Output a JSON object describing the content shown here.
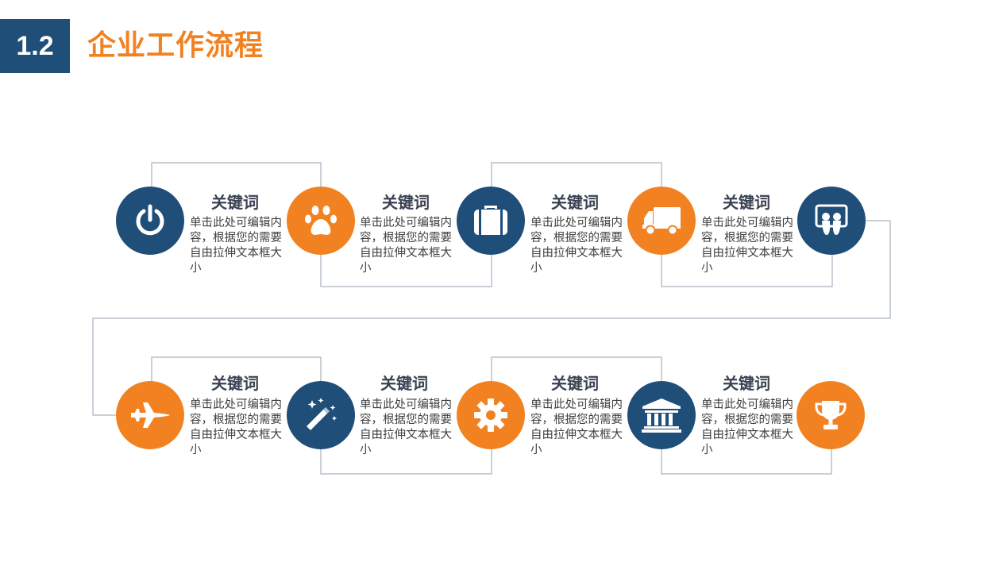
{
  "header": {
    "section_number": "1.2",
    "title": "企业工作流程"
  },
  "colors": {
    "navy": "#1f4e79",
    "orange": "#f28221",
    "line": "#a6b2bf"
  },
  "steps": [
    {
      "icon": "power-icon",
      "color": "navy",
      "title": "关键词",
      "desc": "单击此处可编辑内容，根据您的需要自由拉伸文本框大小"
    },
    {
      "icon": "paw-icon",
      "color": "orange",
      "title": "关键词",
      "desc": "单击此处可编辑内容，根据您的需要自由拉伸文本框大小"
    },
    {
      "icon": "briefcase-icon",
      "color": "navy",
      "title": "关键词",
      "desc": "单击此处可编辑内容，根据您的需要自由拉伸文本框大小"
    },
    {
      "icon": "truck-icon",
      "color": "orange",
      "title": "关键词",
      "desc": "单击此处可编辑内容，根据您的需要自由拉伸文本框大小"
    },
    {
      "icon": "slideshare-icon",
      "color": "navy"
    },
    {
      "icon": "fighter-jet-icon",
      "color": "orange",
      "title": "关键词",
      "desc": "单击此处可编辑内容，根据您的需要自由拉伸文本框大小"
    },
    {
      "icon": "magic-wand-icon",
      "color": "navy",
      "title": "关键词",
      "desc": "单击此处可编辑内容，根据您的需要自由拉伸文本框大小"
    },
    {
      "icon": "gear-icon",
      "color": "orange",
      "title": "关键词",
      "desc": "单击此处可编辑内容，根据您的需要自由拉伸文本框大小"
    },
    {
      "icon": "bank-icon",
      "color": "navy",
      "title": "关键词",
      "desc": "单击此处可编辑内容，根据您的需要自由拉伸文本框大小"
    },
    {
      "icon": "trophy-icon",
      "color": "orange"
    }
  ]
}
